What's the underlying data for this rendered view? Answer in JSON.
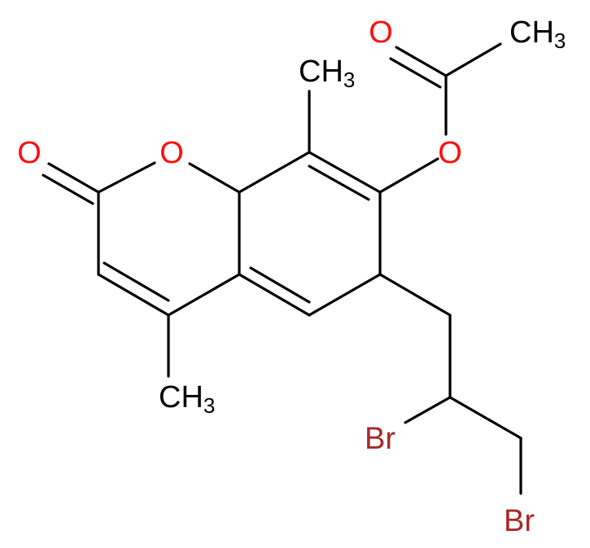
{
  "molecule": {
    "colors": {
      "bond": "#000000",
      "carbon_label": "#000000",
      "oxygen": "#ff0d0d",
      "bromine": "#a62929",
      "background": "#ffffff"
    },
    "atoms": {
      "acetyl_oxo": {
        "element": "O",
        "text": "O"
      },
      "acetyl_methyl": {
        "element": "C",
        "text": "CH",
        "subscript": "3"
      },
      "c8_methyl": {
        "element": "C",
        "text": "CH",
        "subscript": "3"
      },
      "lactone_carbonyl_oxygen": {
        "element": "O",
        "text": "O"
      },
      "ring_oxygen": {
        "element": "O",
        "text": "O"
      },
      "ester_oxygen": {
        "element": "O",
        "text": "O"
      },
      "c4_methyl": {
        "element": "C",
        "text": "CH",
        "subscript": "3"
      },
      "bromine_2": {
        "element": "Br",
        "text": "Br"
      },
      "bromine_3": {
        "element": "Br",
        "text": "Br"
      }
    }
  }
}
